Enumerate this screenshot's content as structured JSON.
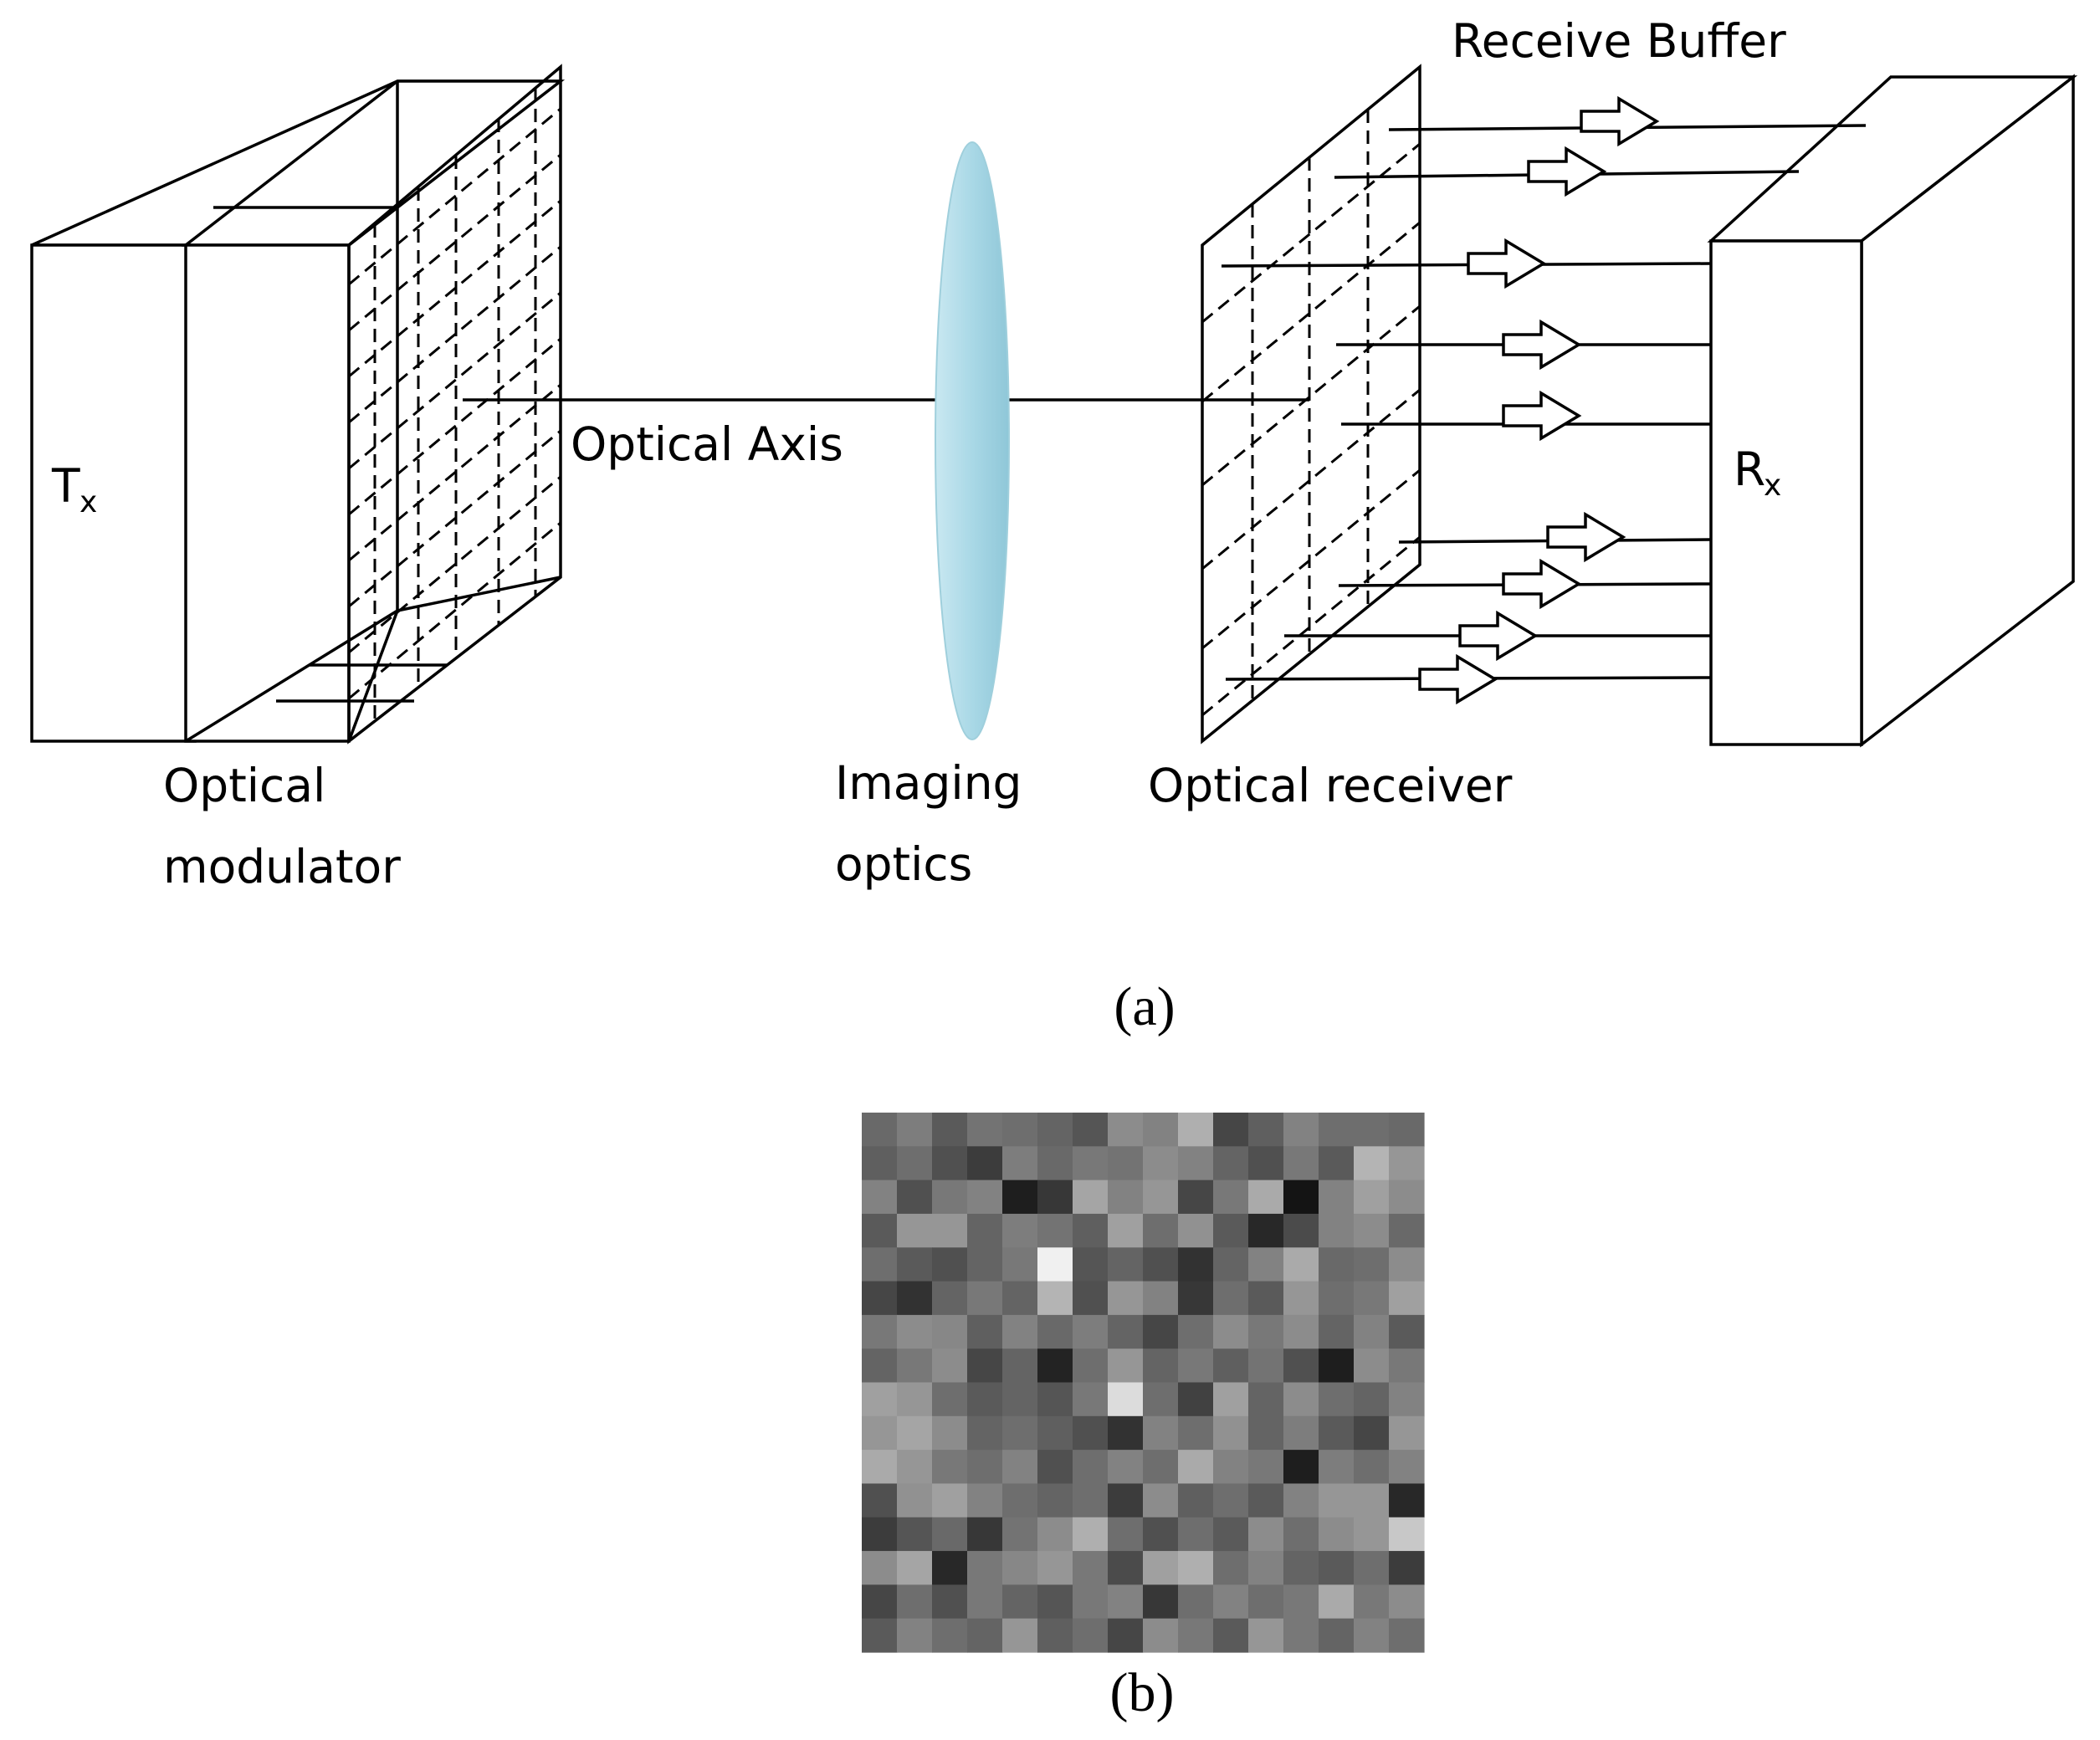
{
  "diagram": {
    "transmitter_label": "T",
    "transmitter_subscript": "x",
    "receiver_label": "R",
    "receiver_subscript": "x",
    "optical_axis_label": "Optical Axis",
    "receive_buffer_label": "Receive Buffer",
    "modulator_label_line1": "Optical",
    "modulator_label_line2": "modulator",
    "imaging_label_line1": "Imaging",
    "imaging_label_line2": "optics",
    "receiver_plane_label": "Optical receiver",
    "lens_color": "#a9d8e6"
  },
  "captions": {
    "panel_a": "(a)",
    "panel_b": "(b)"
  },
  "pixel_pattern": {
    "rows": 16,
    "cols": 16,
    "intensity_levels_0_255": [
      [
        105,
        125,
        90,
        115,
        110,
        100,
        85,
        140,
        130,
        175,
        70,
        95,
        130,
        110,
        110,
        105
      ],
      [
        95,
        110,
        80,
        60,
        125,
        105,
        120,
        115,
        140,
        130,
        100,
        80,
        120,
        90,
        180,
        150
      ],
      [
        130,
        80,
        120,
        130,
        30,
        55,
        165,
        130,
        150,
        70,
        120,
        170,
        20,
        130,
        160,
        140
      ],
      [
        90,
        150,
        150,
        100,
        125,
        115,
        95,
        160,
        110,
        145,
        90,
        40,
        75,
        130,
        140,
        105
      ],
      [
        110,
        90,
        80,
        100,
        120,
        240,
        85,
        100,
        80,
        50,
        100,
        130,
        170,
        105,
        110,
        140
      ],
      [
        70,
        50,
        100,
        120,
        100,
        180,
        80,
        150,
        130,
        55,
        110,
        90,
        150,
        110,
        120,
        160
      ],
      [
        120,
        140,
        135,
        95,
        130,
        105,
        125,
        100,
        70,
        110,
        140,
        120,
        140,
        100,
        130,
        90
      ],
      [
        100,
        120,
        140,
        70,
        100,
        35,
        110,
        150,
        100,
        120,
        95,
        115,
        80,
        30,
        140,
        120
      ],
      [
        160,
        150,
        110,
        90,
        100,
        85,
        120,
        220,
        110,
        65,
        160,
        100,
        140,
        110,
        100,
        130
      ],
      [
        150,
        165,
        140,
        100,
        110,
        95,
        80,
        50,
        130,
        110,
        145,
        100,
        125,
        90,
        70,
        150
      ],
      [
        170,
        150,
        120,
        110,
        130,
        80,
        110,
        130,
        110,
        170,
        130,
        120,
        30,
        125,
        110,
        130
      ],
      [
        80,
        145,
        160,
        130,
        110,
        100,
        110,
        60,
        140,
        95,
        110,
        90,
        130,
        150,
        150,
        40
      ],
      [
        60,
        85,
        105,
        55,
        115,
        140,
        175,
        110,
        80,
        110,
        90,
        140,
        110,
        140,
        150,
        200
      ],
      [
        140,
        165,
        40,
        120,
        135,
        150,
        120,
        75,
        160,
        175,
        110,
        130,
        100,
        90,
        110,
        60
      ],
      [
        70,
        110,
        80,
        120,
        100,
        85,
        120,
        130,
        55,
        110,
        130,
        110,
        120,
        170,
        120,
        140
      ],
      [
        90,
        130,
        110,
        100,
        150,
        95,
        110,
        70,
        140,
        120,
        90,
        150,
        120,
        100,
        130,
        110
      ]
    ]
  }
}
